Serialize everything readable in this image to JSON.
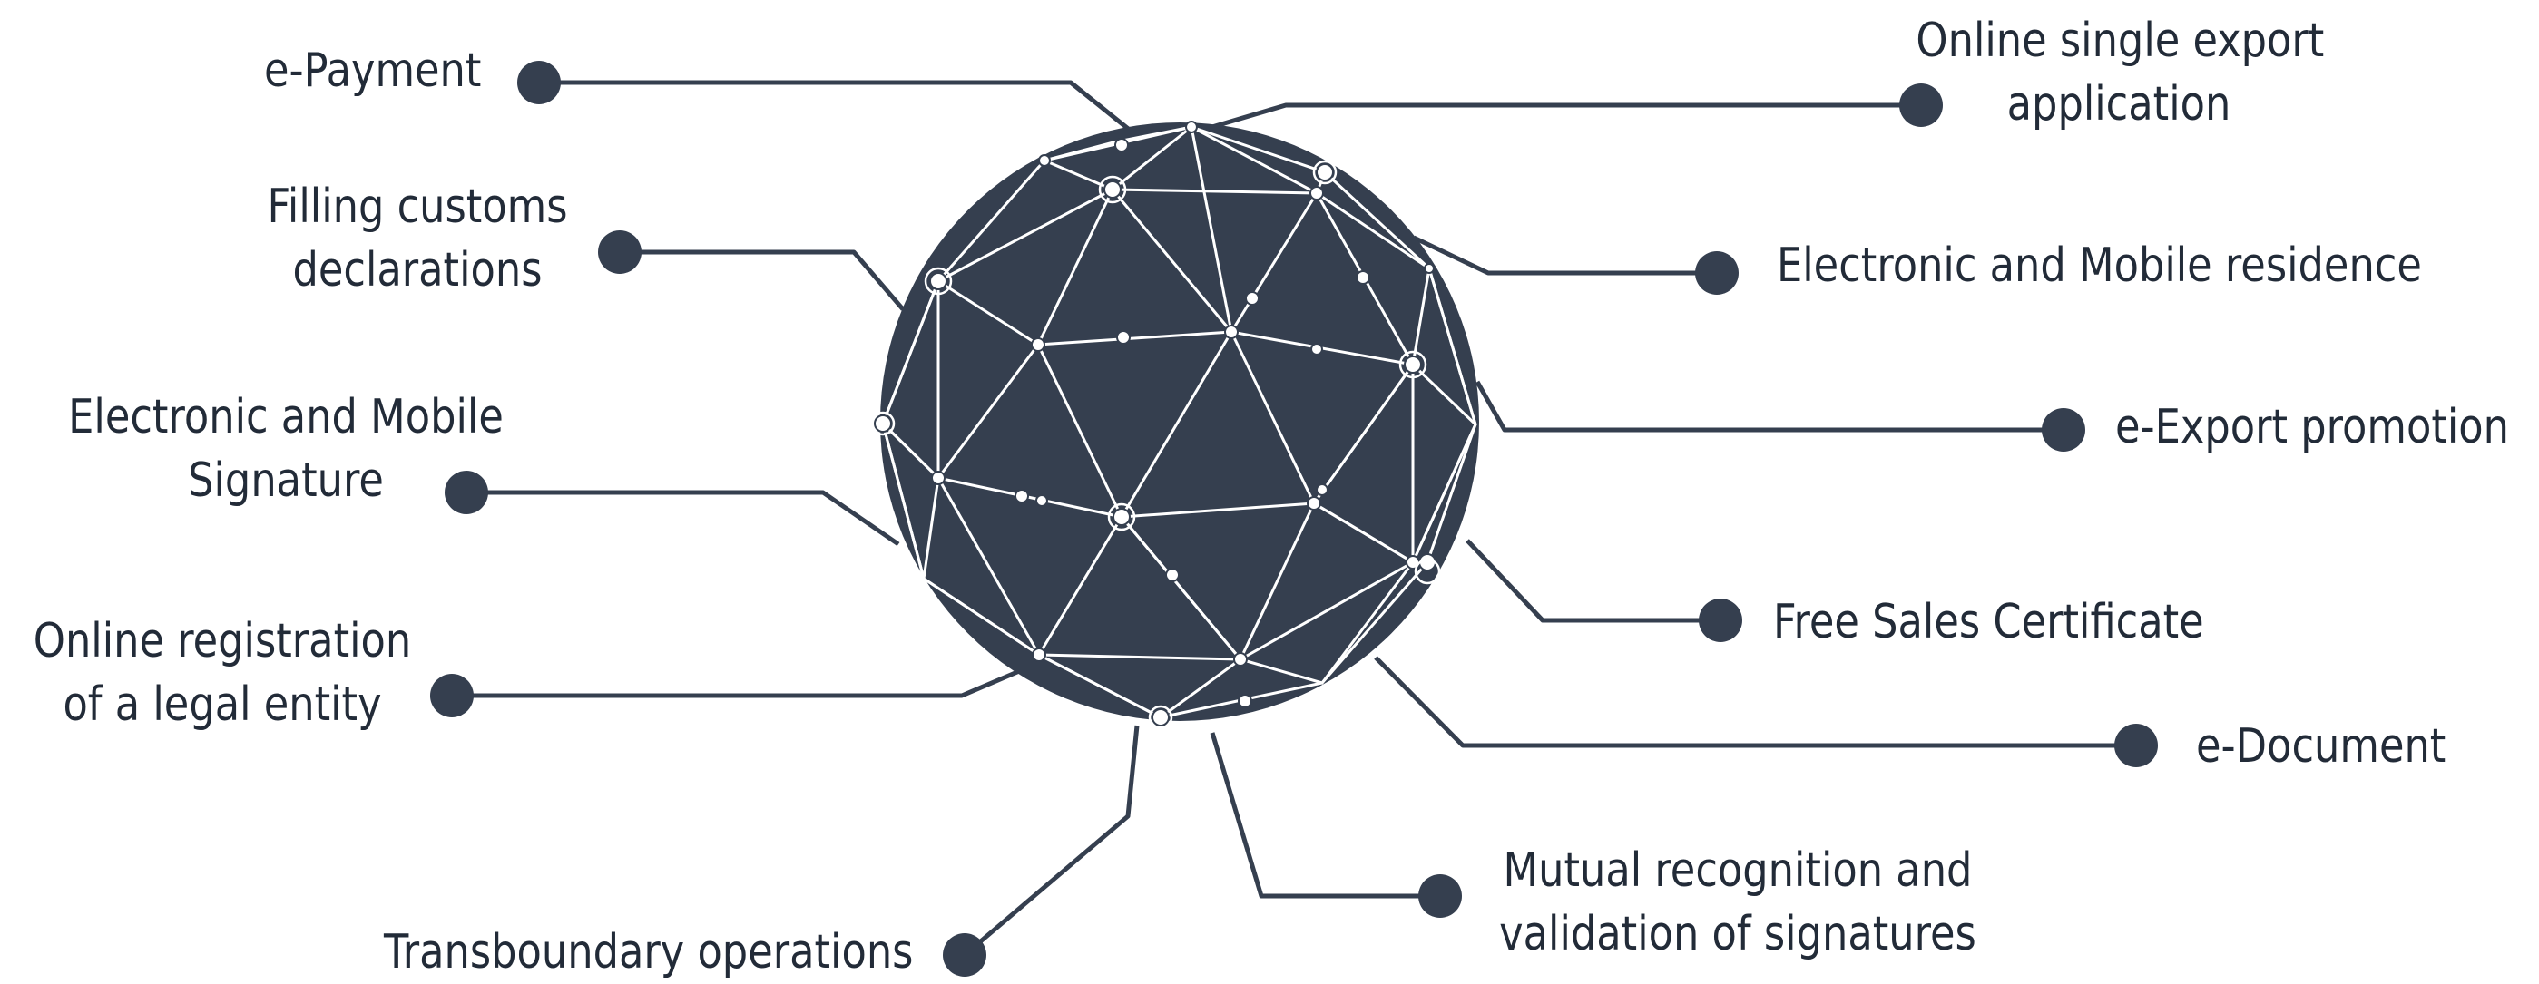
{
  "labels": {
    "e_payment": "e-Payment",
    "filling_customs": [
      "Filling customs",
      "declarations"
    ],
    "signature": [
      "Electronic and Mobile",
      "Signature"
    ],
    "legal_entity": [
      "Online registration",
      "of a legal entity"
    ],
    "transboundary": "Transboundary operations",
    "online_export": [
      "Online single export",
      "application"
    ],
    "residence": "Electronic and Mobile residence",
    "export_promotion": "e-Export promotion",
    "free_sales": "Free Sales Certificate",
    "e_document": "e-Document",
    "mutual_recognition": [
      "Mutual recognition and",
      "validation of signatures"
    ]
  },
  "colors": {
    "ink": "#222b38",
    "globe": "#353f4f",
    "mesh": "#ffffff"
  }
}
